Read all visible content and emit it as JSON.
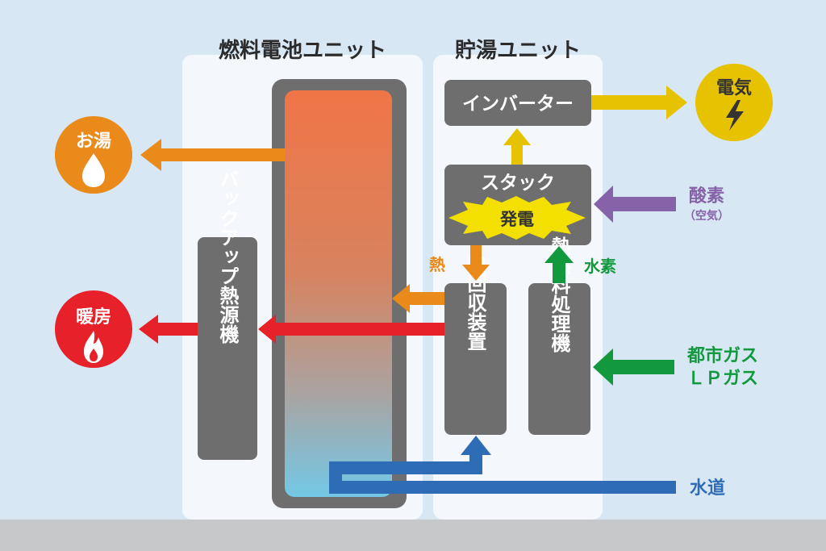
{
  "units": {
    "fuel_cell": "燃料電池ユニット",
    "hot_water_storage": "貯湯ユニット"
  },
  "boxes": {
    "inverter": "インバーター",
    "stack": "スタック",
    "power_generation": "発電",
    "heat_recovery": "熱回収装置",
    "fuel_processor": "熱燃料処理機",
    "backup_heat_source": "バックアップ熱源機"
  },
  "outputs": {
    "electricity": "電気",
    "hot_water": "お湯",
    "heating": "暖房"
  },
  "inputs": {
    "oxygen": "酸素",
    "oxygen_sub": "（空気）",
    "city_gas": "都市ガス",
    "lp_gas": "ＬＰガス",
    "water_supply": "水道"
  },
  "flow_labels": {
    "heat": "熱",
    "hydrogen": "水素"
  },
  "colors": {
    "background": "#d8e7f4",
    "panel": "#f4f7fb",
    "box": "#6e6e6e",
    "floor": "#c7c8ca",
    "hot_water_orange": "#e98a1a",
    "heating_red": "#e62129",
    "electricity_yellow": "#e6c200",
    "oxygen_purple": "#8662a8",
    "gas_green": "#12993e",
    "water_blue": "#2e6db5",
    "tank_top": "#f07546",
    "tank_bottom": "#73c8e6"
  },
  "icons": {
    "electricity": "lightning-bolt-icon",
    "hot_water": "water-drop-icon",
    "heating": "flame-icon"
  }
}
